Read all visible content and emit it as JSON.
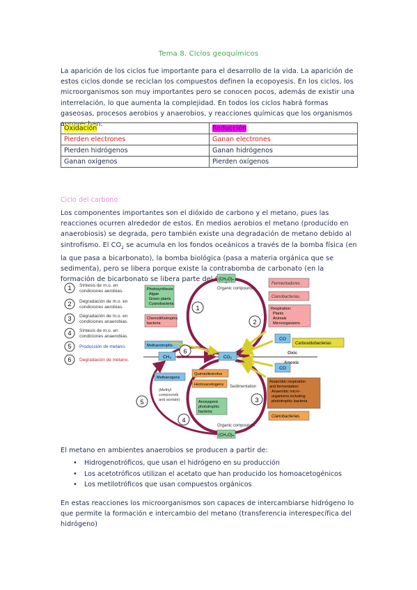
{
  "title": "Tema 8. Ciclos geoquímicos",
  "intro": "La aparición de los ciclos fue importante para el desarrollo de la vida. La aparición de estos ciclos donde se reciclan los compuestos definen la ecopoyesis. En los ciclos, los microorganismos son muy importantes pero se conocen pocos, además de existir una interrelación, lo que aumenta la complejidad. En todos los ciclos habrá formas gaseosas, procesos aerobios y anaerobios, y reacciones químicas que los organismos aprovechan.",
  "table": {
    "header": [
      "Oxidación",
      "Reducción"
    ],
    "rows": [
      [
        "Pierden electrones",
        "Ganan electrones"
      ],
      [
        "Pierden hidrógenos",
        "Ganan hidrógenos"
      ],
      [
        "Ganan oxígenos",
        "Pierden oxígenos"
      ]
    ]
  },
  "section": "Ciclo del carbono",
  "para2_a": "Los componentes importantes son el dióxido de carbono y el metano, pues las reacciones ocurren alrededor de estos. En medios aerobios el metano (producido en anaerobiosis) se degrada, pero también existe una degradación de metano debido al sintrofismo. El CO",
  "para2_b": " se acumula en los fondos oceánicos a través de la bomba física (en la que pasa a bicarbonato), la bomba biológica (pasa a materia orgánica que se sedimenta), pero se libera porque existe la contrabomba de carbonato (en la formación de bicarbonato se libera parte del CO",
  "para2_c": ")",
  "sub2": "2",
  "diagram": {
    "legend": [
      {
        "n": "1",
        "text": [
          "Síntesis de m.o. en",
          "condiciones aerobias."
        ],
        "color": "#333333"
      },
      {
        "n": "2",
        "text": [
          "Degradación de m.o. en",
          "condiciones aerobias."
        ],
        "color": "#333333"
      },
      {
        "n": "3",
        "text": [
          "Degradación de m.o. en",
          "condiciones anaerobias."
        ],
        "color": "#333333"
      },
      {
        "n": "4",
        "text": [
          "Síntesis de m.o. en",
          "condiciones anaerobias."
        ],
        "color": "#333333"
      },
      {
        "n": "5",
        "text": [
          "Producción de metano."
        ],
        "color": "#2244cc"
      },
      {
        "n": "6",
        "text": [
          "Degradación de metano."
        ],
        "color": "#cc2222"
      }
    ],
    "ch2o_top": "(CH₂O)ₙ",
    "ch2o_bottom": "(CH₂O)ₙ",
    "organic_top": "Organic compounds",
    "organic_bottom": "Organic compounds",
    "photosynthesis": [
      "Photosynthesis:",
      "Algae",
      "Green plants",
      "Cyanobacteria"
    ],
    "chemolitho": [
      "Chemolithotrophic",
      "bacteria"
    ],
    "fermentadores": "Fermentadores.",
    "cianobacterias_top": "Cianobacterias.",
    "respiration": [
      "Respiration:",
      "Plants",
      "Animals",
      "Microorganisms"
    ],
    "co": "CO",
    "co2": "CO",
    "carboxido": "Carboxidobacterias",
    "oxic": "Oxic",
    "anoxic": "Anoxic",
    "methanotrophs": "Methanotrophs",
    "ch4": "CH₄",
    "co2_center": "CO₂",
    "methanogens": "Methanogens",
    "methyl": [
      "(Methyl",
      "compounds",
      "and acetate)"
    ],
    "quimiolitotrofos": "Quimiolitotrofos",
    "homoacetogens": "Homoacetogens",
    "sedimentation": "Sedimentation",
    "anoxygenic": [
      "Anoxygenic",
      "phototrophic",
      "bacteria"
    ],
    "anaerobic": [
      "Anaerobic respiration",
      "and fermentation:",
      "Anaerobic micro-",
      "organisms including",
      "phototrophic bacteria"
    ],
    "cianobacterias_bottom": "Cianobacterias.",
    "circles": [
      "1",
      "2",
      "3",
      "4",
      "5",
      "6"
    ],
    "colors": {
      "purple": "#8b1d4a",
      "yellow": "#e7dc3a",
      "green_box": "#8fd19e",
      "pink_box": "#f6a6a6",
      "orange_box": "#f2a553",
      "blue_box": "#7fc3ea",
      "brown_box": "#cc7a3a"
    }
  },
  "para3": "El metano en ambientes anaerobios se producen a partir de:",
  "bullets": [
    "Hidrogenotróficos, que usan el hidrógeno en su producción",
    "Los acetotróficos utilizan el acetato que han producido los homoacetogénicos",
    "Los metilotróficos que usan compuestos orgánicos"
  ],
  "para4": "En estas reacciones los microorganismos son capaces de intercambiarse hidrógeno lo que permite la formación e intercambio del metano (transferencia interespecífica del hidrógeno)"
}
